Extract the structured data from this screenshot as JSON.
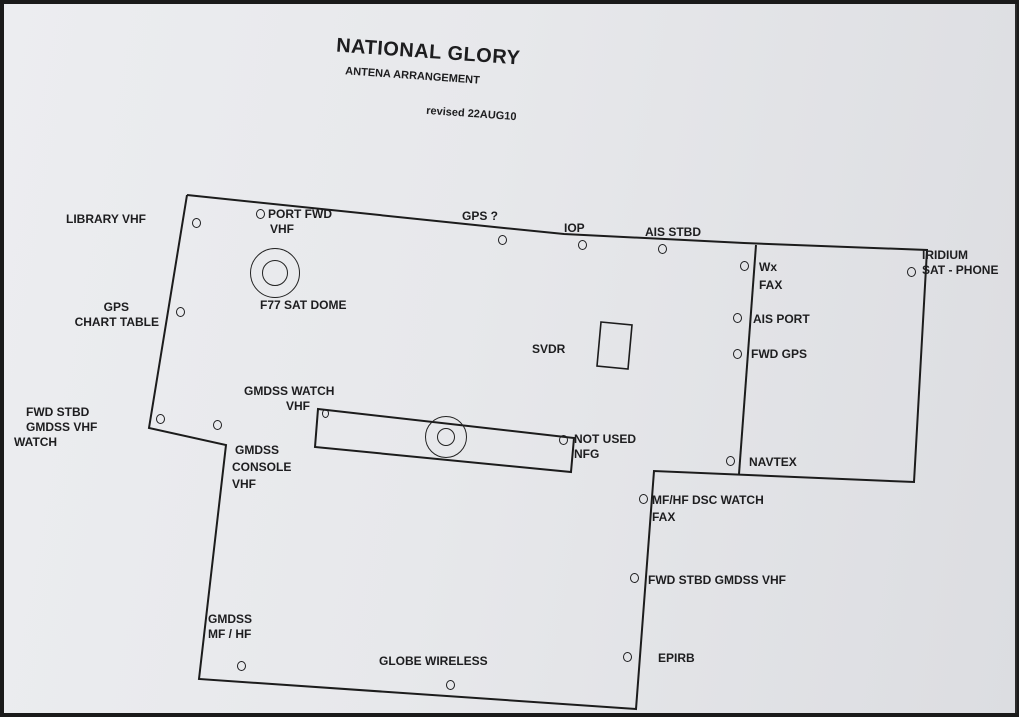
{
  "document": {
    "title": "NATIONAL GLORY",
    "subtitle": "ANTENA ARRANGEMENT",
    "revised": "revised 22AUG10"
  },
  "labels": {
    "library_vhf": "LIBRARY VHF",
    "port_fwd_vhf_1": "PORT FWD",
    "port_fwd_vhf_2": "VHF",
    "gps_q": "GPS ?",
    "iop": "IOP",
    "ais_stbd": "AIS STBD",
    "iridium_1": "IRIDIUM",
    "iridium_2": "SAT - PHONE",
    "wx_fax_1": "Wx",
    "wx_fax_2": "FAX",
    "f77_sat_dome": "F77 SAT DOME",
    "gps_chart_1": "GPS",
    "gps_chart_2": "CHART TABLE",
    "ais_port": "AIS PORT",
    "svdr": "SVDR",
    "fwd_gps": "FWD GPS",
    "gmdss_watch_1": "GMDSS WATCH",
    "gmdss_watch_2": "VHF",
    "fwd_stbd_1": "FWD STBD",
    "fwd_stbd_2": "GMDSS VHF",
    "fwd_stbd_3": "WATCH",
    "not_used_1": "NOT USED",
    "not_used_2": "NFG",
    "console_1": "GMDSS",
    "console_2": "CONSOLE",
    "console_3": "VHF",
    "navtex": "NAVTEX",
    "mfhf_dsc_1": "MF/HF DSC WATCH",
    "mfhf_dsc_2": "FAX",
    "fwd_stbd_gmdss": "FWD STBD GMDSS VHF",
    "gmdss_mfhf_1": "GMDSS",
    "gmdss_mfhf_2": "MF / HF",
    "epirb": "EPIRB",
    "globe_wireless": "GLOBE WIRELESS"
  },
  "marker_glyph": "O"
}
